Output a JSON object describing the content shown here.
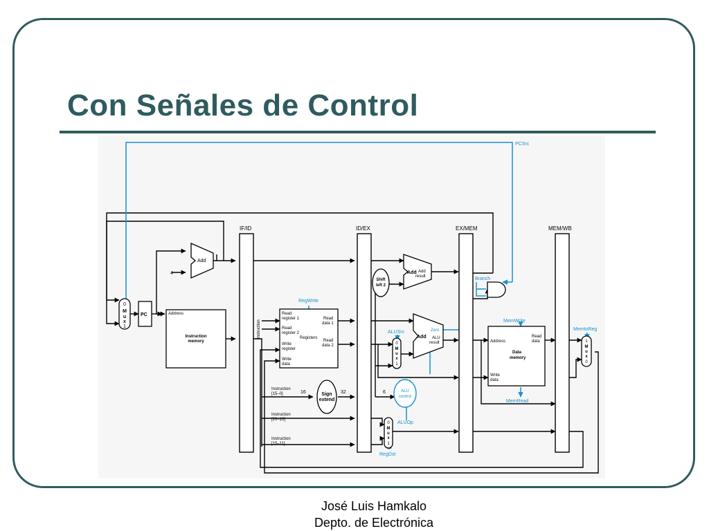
{
  "slide": {
    "title": "Con Señales de Control",
    "author": "José Luis Hamkalo",
    "department": "Depto. de Electrónica"
  },
  "colors": {
    "theme": "#2f5b5e",
    "control": "#1a8fd1",
    "wire": "#000000"
  },
  "diagram": {
    "pipeline_registers": [
      "IF/ID",
      "ID/EX",
      "EX/MEM",
      "MEM/WB"
    ],
    "control_signals": [
      "PCSrc",
      "RegWrite",
      "Branch",
      "ALUSrc",
      "MemWrite",
      "MemtoReg",
      "ALUOp",
      "RegDst",
      "MemRead"
    ],
    "units": {
      "pc": "PC",
      "add_pc": "Add",
      "const4": "4",
      "instr_mem_addr": "Address",
      "instr_mem_line1": "Instruction",
      "instr_mem_line2": "memory",
      "instruction_bus": "Instruction",
      "reg_read1": "Read",
      "reg_read1b": "register 1",
      "reg_read2": "Read",
      "reg_read2b": "register 2",
      "reg_write": "Write",
      "reg_writeb": "register",
      "reg_wdata": "Write",
      "reg_wdatab": "data",
      "reg_rd1": "Read",
      "reg_rd1b": "data 1",
      "reg_rd2": "Read",
      "reg_rd2b": "data 2",
      "registers": "Registers",
      "sign_extend_1": "Sign",
      "sign_extend_2": "extend",
      "bits16": "16",
      "bits32": "32",
      "bits6": "6",
      "shift_1": "Shift",
      "shift_2": "left 2",
      "add_branch": "Add",
      "add_result_1": "Add",
      "add_result_2": "result",
      "alu_add": "Add",
      "zero": "Zero",
      "alu_result_1": "ALU",
      "alu_result_2": "result",
      "alu_control_1": "ALU",
      "alu_control_2": "control",
      "dmem_addr": "Address",
      "dmem_read_1": "Read",
      "dmem_read_2": "data",
      "dmem_1": "Data",
      "dmem_2": "memory",
      "dmem_write_1": "Write",
      "dmem_write_2": "data",
      "instr_15_0_a": "Instruction",
      "instr_15_0_b": "[15–0]",
      "instr_20_16_a": "Instruction",
      "instr_20_16_b": "[20–16]",
      "instr_15_11_a": "Instruction",
      "instr_15_11_b": "[15–11]"
    },
    "mux_labels": {
      "pc_mux": [
        "0",
        "M",
        "u",
        "x",
        "1"
      ],
      "alusrc_mux": [
        "0",
        "M",
        "u",
        "x",
        "1"
      ],
      "regdst_mux": [
        "0",
        "M",
        "u",
        "x",
        "1"
      ],
      "wb_mux": [
        "1",
        "M",
        "u",
        "x",
        "0"
      ]
    }
  }
}
